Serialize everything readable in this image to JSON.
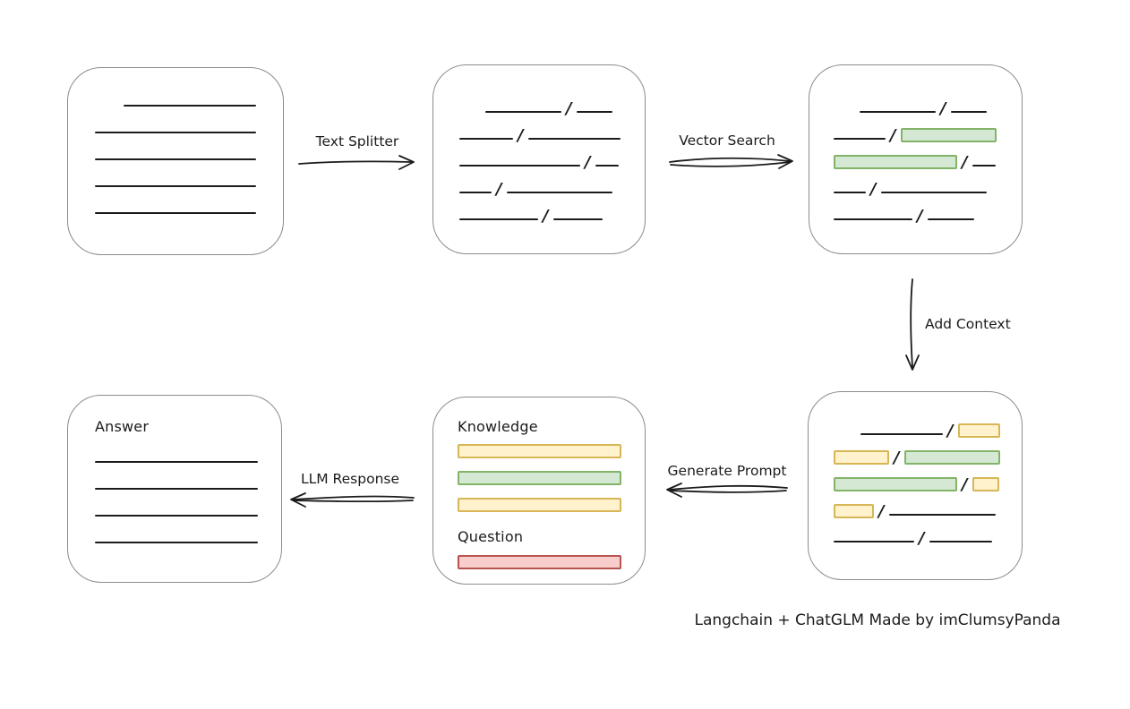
{
  "caption": "Langchain + ChatGLM Made by imClumsyPanda",
  "slash": "/",
  "colors": {
    "line": "#1b1b1b",
    "box_border": "#8c8c8c",
    "green_fill": "#d5e8d4",
    "green_border": "#82b366",
    "yellow_fill": "#fff2cc",
    "yellow_border": "#d6b656",
    "red_fill": "#f8cecc",
    "red_border": "#b85450"
  },
  "arrows": {
    "text_splitter": {
      "label": "Text Splitter",
      "direction": "right"
    },
    "vector_search": {
      "label": "Vector Search",
      "direction": "right"
    },
    "add_context": {
      "label": "Add Context",
      "direction": "down"
    },
    "generate_prompt": {
      "label": "Generate Prompt",
      "direction": "left"
    },
    "llm_response": {
      "label": "LLM Response",
      "direction": "left"
    }
  },
  "boxes": {
    "document": {
      "rows": [
        [
          {
            "t": "sp",
            "w": 32
          },
          {
            "t": "ln",
            "w": 148
          }
        ],
        [
          {
            "t": "ln",
            "w": 180
          }
        ],
        [
          {
            "t": "ln",
            "w": 180
          }
        ],
        [
          {
            "t": "ln",
            "w": 180
          }
        ],
        [
          {
            "t": "ln",
            "w": 180
          }
        ]
      ]
    },
    "split_text": {
      "rows": [
        [
          {
            "t": "sp",
            "w": 29
          },
          {
            "t": "ln",
            "w": 85
          },
          {
            "t": "sl"
          },
          {
            "t": "ln",
            "w": 40
          }
        ],
        [
          {
            "t": "ln",
            "w": 60
          },
          {
            "t": "sl"
          },
          {
            "t": "ln",
            "w": 103
          }
        ],
        [
          {
            "t": "ln",
            "w": 135
          },
          {
            "t": "sl"
          },
          {
            "t": "ln",
            "w": 26
          }
        ],
        [
          {
            "t": "ln",
            "w": 36
          },
          {
            "t": "sl"
          },
          {
            "t": "ln",
            "w": 118
          }
        ],
        [
          {
            "t": "ln",
            "w": 88
          },
          {
            "t": "sl"
          },
          {
            "t": "ln",
            "w": 55
          }
        ]
      ]
    },
    "vector_result": {
      "rows": [
        [
          {
            "t": "sp",
            "w": 29
          },
          {
            "t": "ln",
            "w": 85
          },
          {
            "t": "sl"
          },
          {
            "t": "ln",
            "w": 40
          }
        ],
        [
          {
            "t": "ln",
            "w": 58
          },
          {
            "t": "sl"
          },
          {
            "t": "green",
            "w": 107
          }
        ],
        [
          {
            "t": "green",
            "w": 138
          },
          {
            "t": "sl"
          },
          {
            "t": "ln",
            "w": 26
          }
        ],
        [
          {
            "t": "ln",
            "w": 36
          },
          {
            "t": "sl"
          },
          {
            "t": "ln",
            "w": 118
          }
        ],
        [
          {
            "t": "ln",
            "w": 88
          },
          {
            "t": "sl"
          },
          {
            "t": "ln",
            "w": 52
          }
        ]
      ]
    },
    "context_result": {
      "rows": [
        [
          {
            "t": "sp",
            "w": 30
          },
          {
            "t": "ln",
            "w": 92
          },
          {
            "t": "sl"
          },
          {
            "t": "yellow",
            "w": 47
          }
        ],
        [
          {
            "t": "yellow",
            "w": 62
          },
          {
            "t": "sl"
          },
          {
            "t": "green",
            "w": 107
          }
        ],
        [
          {
            "t": "green",
            "w": 138
          },
          {
            "t": "sl"
          },
          {
            "t": "yellow",
            "w": 30
          }
        ],
        [
          {
            "t": "yellow",
            "w": 45
          },
          {
            "t": "sl"
          },
          {
            "t": "ln",
            "w": 119
          }
        ],
        [
          {
            "t": "ln",
            "w": 90
          },
          {
            "t": "sl"
          },
          {
            "t": "ln",
            "w": 70
          }
        ]
      ]
    },
    "prompt": {
      "knowledge_label": "Knowledge",
      "question_label": "Question",
      "knowledge_rows": [
        [
          {
            "t": "yellow",
            "w": 183
          }
        ],
        [
          {
            "t": "green",
            "w": 183
          }
        ],
        [
          {
            "t": "yellow",
            "w": 183
          }
        ]
      ],
      "question_rows": [
        [
          {
            "t": "red",
            "w": 183
          }
        ]
      ]
    },
    "answer": {
      "label": "Answer",
      "rows": [
        [
          {
            "t": "ln",
            "w": 182
          }
        ],
        [
          {
            "t": "ln",
            "w": 182
          }
        ],
        [
          {
            "t": "ln",
            "w": 182
          }
        ],
        [
          {
            "t": "ln",
            "w": 182
          }
        ]
      ]
    }
  }
}
